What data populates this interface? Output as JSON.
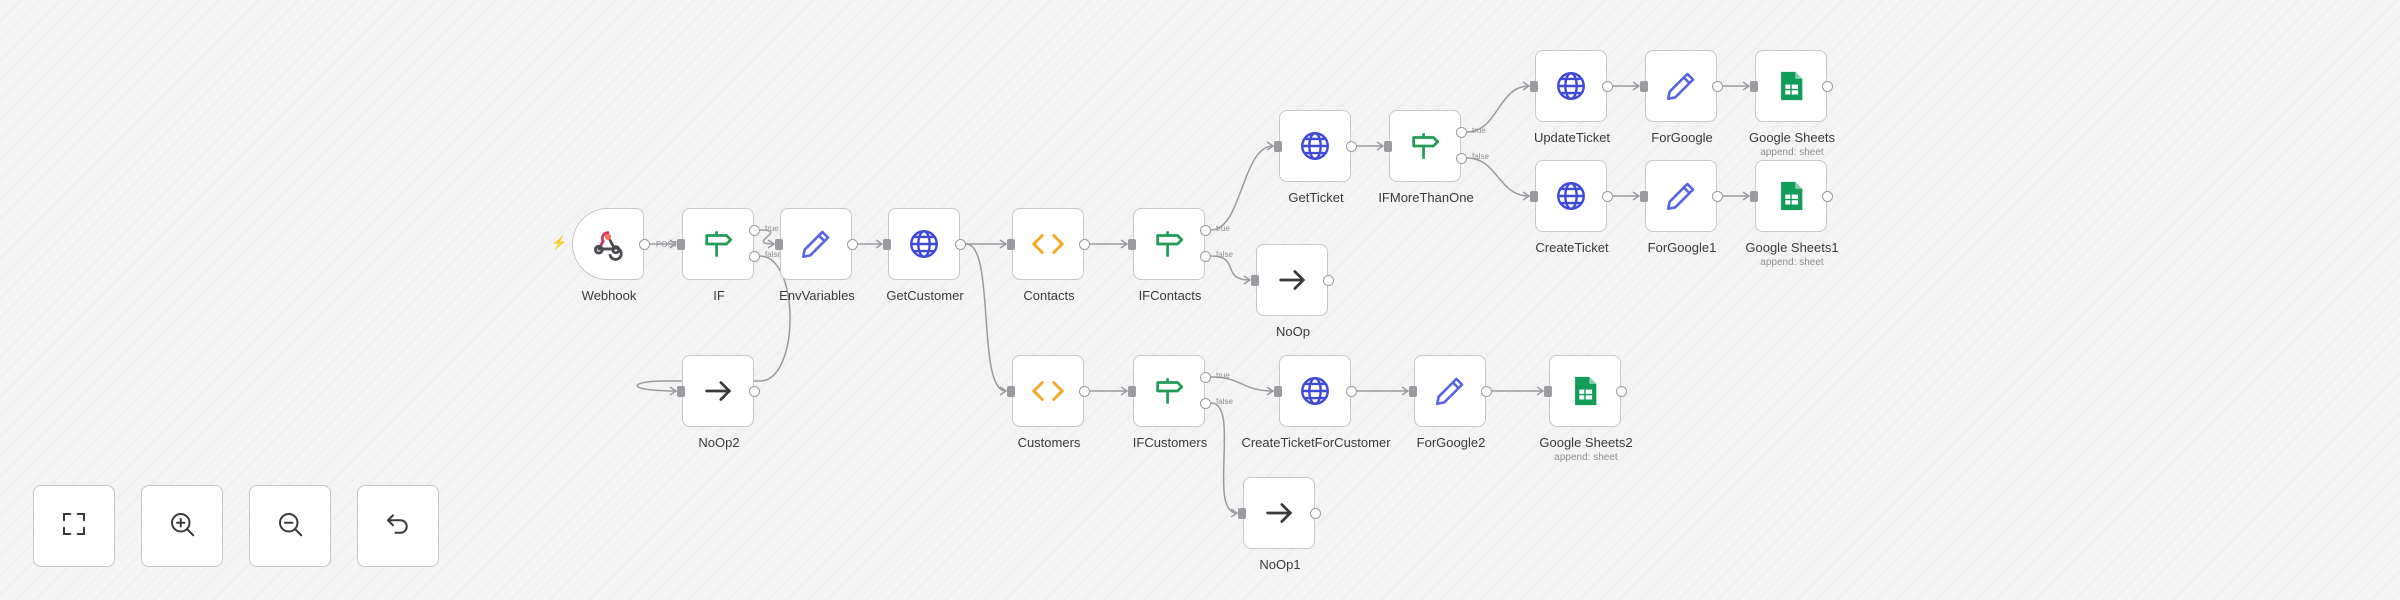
{
  "workflow": {
    "nodes": [
      {
        "id": "webhook",
        "name": "Webhook",
        "icon": "webhook-icon",
        "color": "#ff6d5a",
        "trigger": true
      },
      {
        "id": "if",
        "name": "IF",
        "icon": "signpost-icon",
        "color": "#1f9d55",
        "branch": true
      },
      {
        "id": "envvariables",
        "name": "EnvVariables",
        "icon": "pencil-icon",
        "color": "#5563e8"
      },
      {
        "id": "getcustomer",
        "name": "GetCustomer",
        "icon": "globe-icon",
        "color": "#3d4bd8"
      },
      {
        "id": "contacts",
        "name": "Contacts",
        "icon": "code-icon",
        "color": "#f5a623"
      },
      {
        "id": "ifcontacts",
        "name": "IFContacts",
        "icon": "signpost-icon",
        "color": "#1f9d55",
        "branch": true
      },
      {
        "id": "noop",
        "name": "NoOp",
        "icon": "arrow-right-icon",
        "color": "#3a3a3c"
      },
      {
        "id": "getticket",
        "name": "GetTicket",
        "icon": "globe-icon",
        "color": "#3d4bd8"
      },
      {
        "id": "ifmorethanone",
        "name": "IFMoreThanOne",
        "icon": "signpost-icon",
        "color": "#1f9d55",
        "branch": true
      },
      {
        "id": "updateticket",
        "name": "UpdateTicket",
        "icon": "globe-icon",
        "color": "#3d4bd8"
      },
      {
        "id": "forgoogle",
        "name": "ForGoogle",
        "icon": "pencil-icon",
        "color": "#5563e8"
      },
      {
        "id": "googlesheets",
        "name": "Google Sheets",
        "subtitle": "append: sheet",
        "icon": "google-sheets-icon",
        "color": "#0f9d58"
      },
      {
        "id": "createticket",
        "name": "CreateTicket",
        "icon": "globe-icon",
        "color": "#3d4bd8"
      },
      {
        "id": "forgoogle1",
        "name": "ForGoogle1",
        "icon": "pencil-icon",
        "color": "#5563e8"
      },
      {
        "id": "googlesheets1",
        "name": "Google Sheets1",
        "subtitle": "append: sheet",
        "icon": "google-sheets-icon",
        "color": "#0f9d58"
      },
      {
        "id": "noop2",
        "name": "NoOp2",
        "icon": "arrow-right-icon",
        "color": "#3a3a3c"
      },
      {
        "id": "customers",
        "name": "Customers",
        "icon": "code-icon",
        "color": "#f5a623"
      },
      {
        "id": "ifcustomers",
        "name": "IFCustomers",
        "icon": "signpost-icon",
        "color": "#1f9d55",
        "branch": true
      },
      {
        "id": "createticketforcustomer",
        "name": "CreateTicketForCustomer",
        "icon": "globe-icon",
        "color": "#3d4bd8"
      },
      {
        "id": "forgoogle2",
        "name": "ForGoogle2",
        "icon": "pencil-icon",
        "color": "#5563e8"
      },
      {
        "id": "googlesheets2",
        "name": "Google Sheets2",
        "subtitle": "append: sheet",
        "icon": "google-sheets-icon",
        "color": "#0f9d58"
      },
      {
        "id": "noop1",
        "name": "NoOp1",
        "icon": "arrow-right-icon",
        "color": "#3a3a3c"
      }
    ],
    "edges": [
      {
        "from": "webhook",
        "to": "if",
        "label": "POST"
      },
      {
        "from": "if",
        "port": "true",
        "to": "envvariables"
      },
      {
        "from": "if",
        "port": "false",
        "to": "noop2"
      },
      {
        "from": "envvariables",
        "to": "getcustomer"
      },
      {
        "from": "getcustomer",
        "to": "contacts"
      },
      {
        "from": "getcustomer",
        "to": "customers"
      },
      {
        "from": "contacts",
        "to": "ifcontacts"
      },
      {
        "from": "ifcontacts",
        "port": "true",
        "to": "getticket"
      },
      {
        "from": "ifcontacts",
        "port": "false",
        "to": "noop"
      },
      {
        "from": "getticket",
        "to": "ifmorethanone"
      },
      {
        "from": "ifmorethanone",
        "port": "true",
        "to": "updateticket"
      },
      {
        "from": "ifmorethanone",
        "port": "false",
        "to": "createticket"
      },
      {
        "from": "updateticket",
        "to": "forgoogle"
      },
      {
        "from": "forgoogle",
        "to": "googlesheets"
      },
      {
        "from": "createticket",
        "to": "forgoogle1"
      },
      {
        "from": "forgoogle1",
        "to": "googlesheets1"
      },
      {
        "from": "customers",
        "to": "ifcustomers"
      },
      {
        "from": "ifcustomers",
        "port": "true",
        "to": "createticketforcustomer"
      },
      {
        "from": "ifcustomers",
        "port": "false",
        "to": "noop1"
      },
      {
        "from": "createticketforcustomer",
        "to": "forgoogle2"
      },
      {
        "from": "forgoogle2",
        "to": "googlesheets2"
      }
    ],
    "branch_labels": {
      "true": "true",
      "false": "false"
    }
  },
  "controls": [
    {
      "id": "fit-view",
      "icon": "fullscreen-icon"
    },
    {
      "id": "zoom-in",
      "icon": "zoom-in-icon"
    },
    {
      "id": "zoom-out",
      "icon": "zoom-out-icon"
    },
    {
      "id": "reset-zoom",
      "icon": "undo-icon"
    }
  ]
}
